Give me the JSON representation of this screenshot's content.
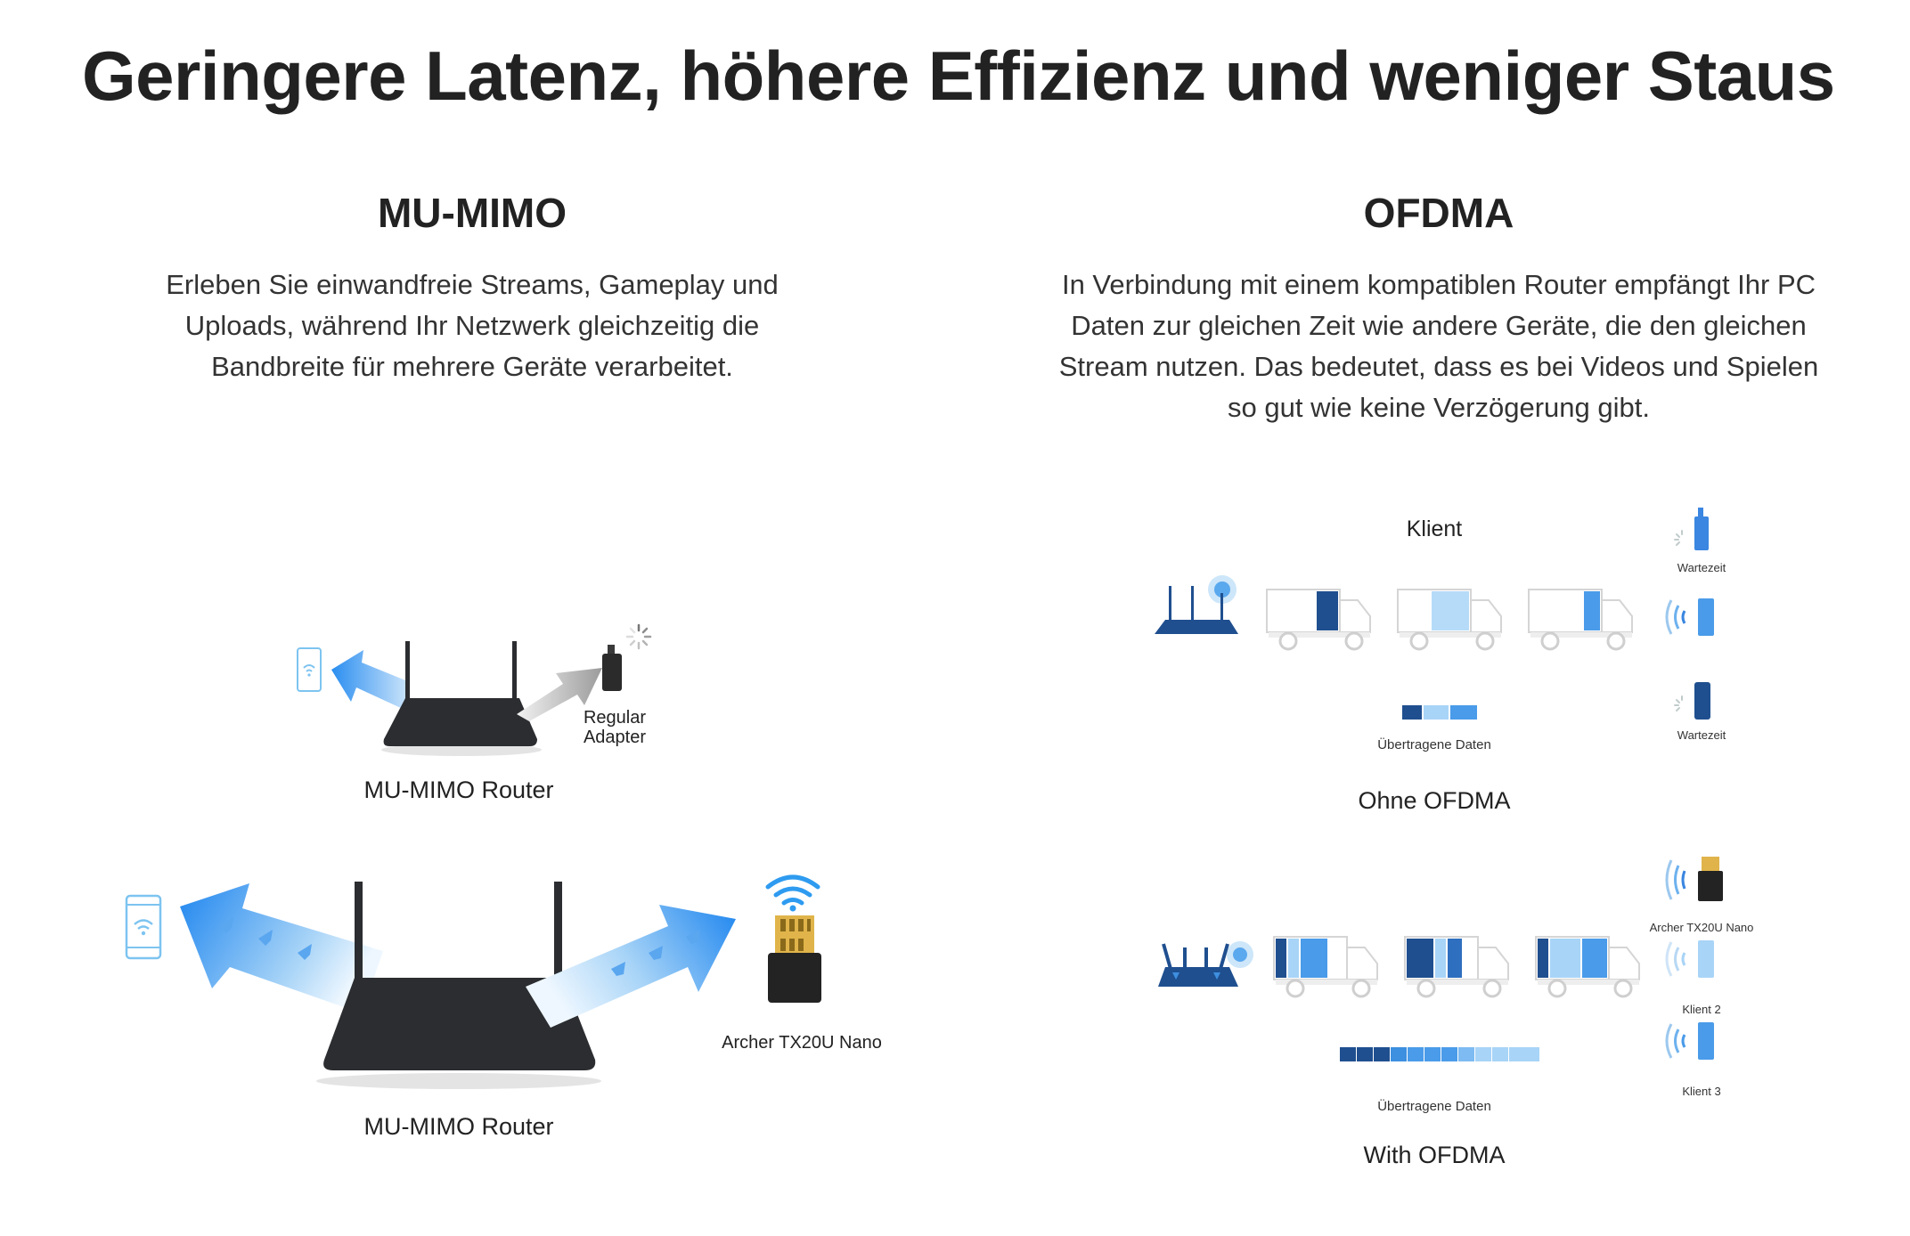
{
  "page": {
    "title": "Geringere Latenz, höhere Effizienz und weniger Staus"
  },
  "mumimo": {
    "heading": "MU-MIMO",
    "description": "Erleben Sie einwandfreie Streams, Gameplay und Uploads, während Ihr Netzwerk gleichzeitig die Bandbreite für mehrere Geräte verarbeitet.",
    "diagram_top": {
      "adapter_label_line1": "Regular",
      "adapter_label_line2": "Adapter",
      "router_caption": "MU-MIMO Router"
    },
    "diagram_bottom": {
      "adapter_label": "Archer TX20U Nano",
      "router_caption": "MU-MIMO Router"
    }
  },
  "ofdma": {
    "heading": "OFDMA",
    "description": "In Verbindung mit einem kompatiblen Router empfängt Ihr PC Daten zur gleichen Zeit wie andere Geräte, die den gleichen Stream nutzen. Das bedeutet, dass es bei Videos und Spielen so gut wie keine Verzögerung gibt.",
    "without": {
      "client_label": "Klient",
      "wait_label_1": "Wartezeit",
      "wait_label_2": "Wartezeit",
      "data_label": "Übertragene Daten",
      "caption": "Ohne OFDMA"
    },
    "with": {
      "device_label_1": "Archer TX20U Nano",
      "device_label_2": "Klient 2",
      "device_label_3": "Klient 3",
      "data_label": "Übertragene Daten",
      "caption": "With OFDMA"
    }
  },
  "colors": {
    "dark_blue": "#1f4f8f",
    "mid_blue": "#3d8fe0",
    "light_blue": "#a8d4f7",
    "router_dark": "#2b2d30"
  }
}
